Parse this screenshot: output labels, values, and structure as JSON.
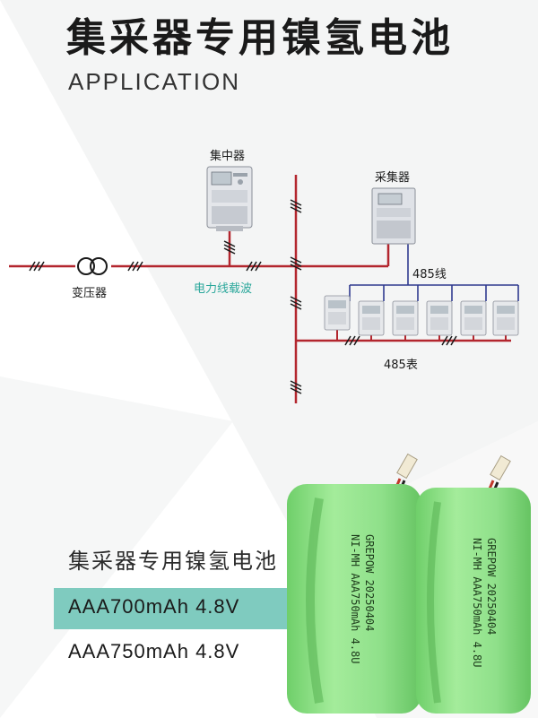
{
  "header": {
    "title": "集采器专用镍氢电池",
    "subtitle": "APPLICATION"
  },
  "diagram": {
    "labels": {
      "concentrator": "集中器",
      "collector": "采集器",
      "transformer": "变压器",
      "plc": "电力线载波",
      "line485": "485线",
      "meter485": "485表"
    },
    "colors": {
      "power_line": "#b3262e",
      "bus_485": "#2f3b8f",
      "plc_text": "#2aa79b"
    }
  },
  "product": {
    "name": "集采器专用镍氢电池",
    "specs": [
      "AAA700mAh 4.8V",
      "AAA750mAh 4.8V"
    ],
    "cell_print": {
      "line1": "GREPOW 20250404",
      "line2": "NI-MH AAA750mAh 4.8U"
    },
    "colors": {
      "band": "#7fcbbf",
      "battery": "#8fe08a"
    }
  }
}
